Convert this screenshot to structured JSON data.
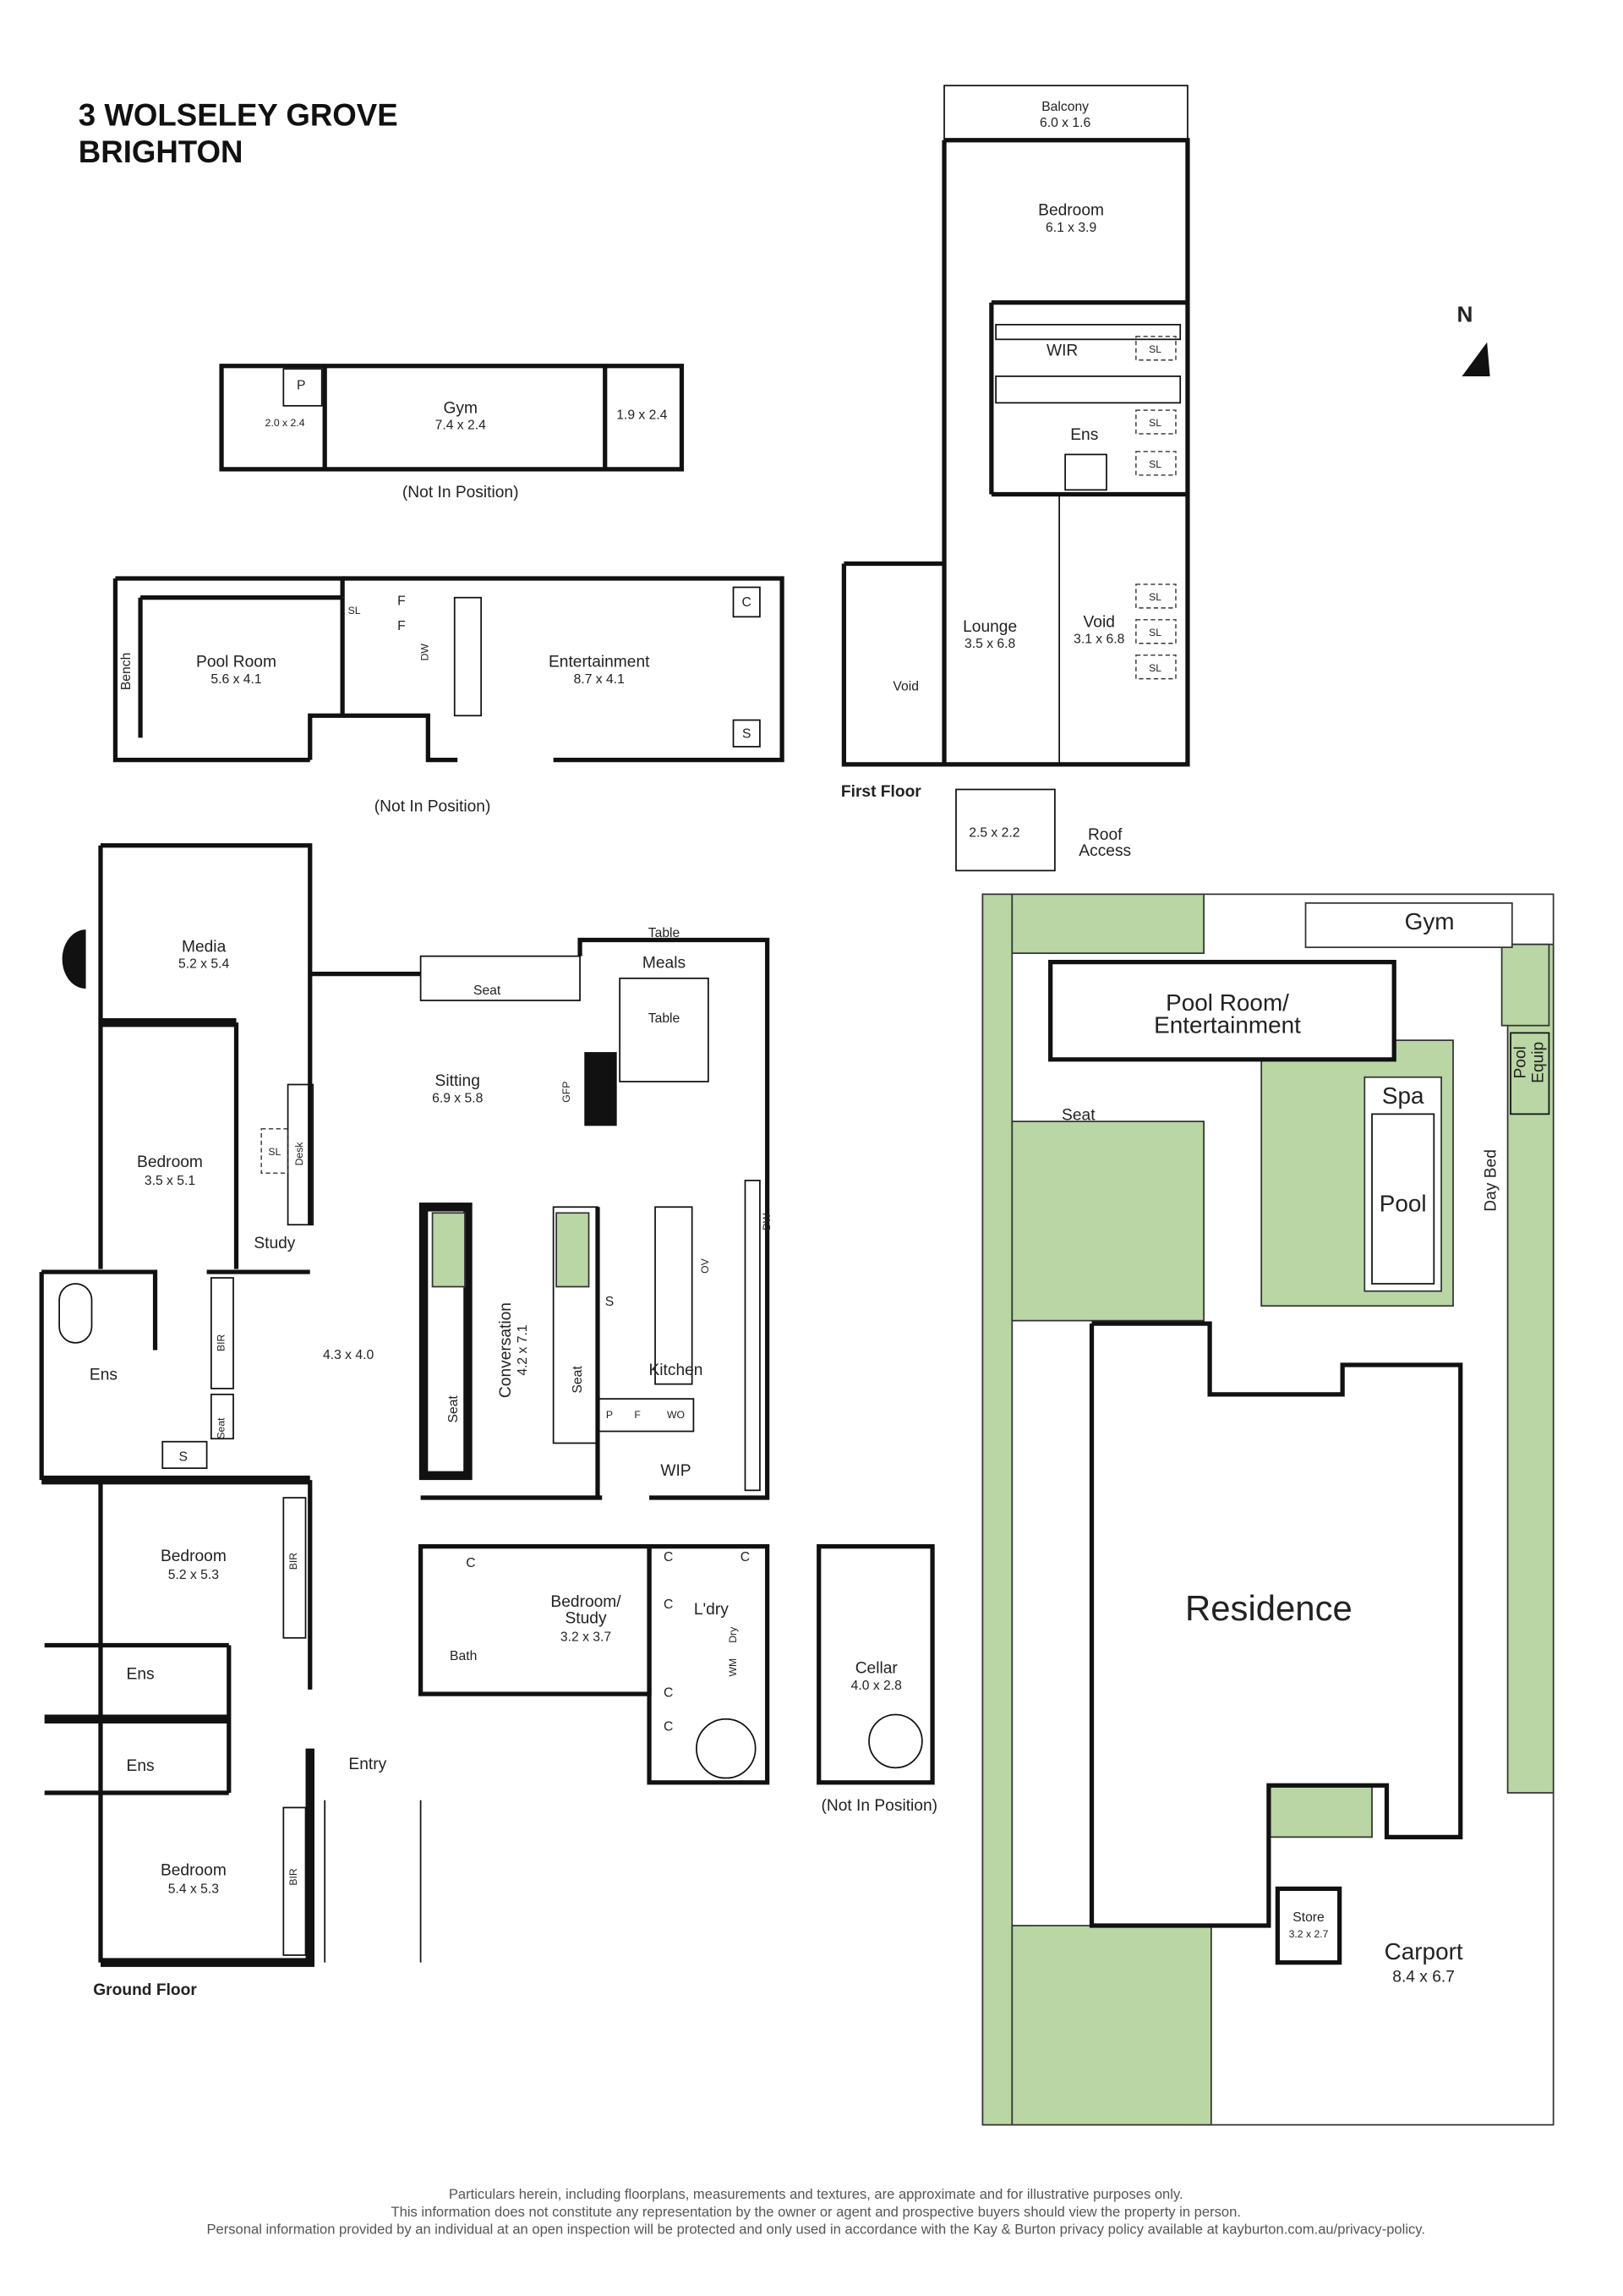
{
  "title": {
    "line1": "3 WOLSELEY GROVE",
    "line2": "BRIGHTON"
  },
  "colors": {
    "garden": "#b9d6a4",
    "walls": "#111111"
  },
  "north": {
    "label": "N",
    "icon": "north-arrow-icon"
  },
  "gym_building": {
    "gym": "Gym",
    "gym_dim": "7.4 x 2.4",
    "side_dim": "1.9 x 2.4",
    "store_dim": "2.0 x 2.4",
    "pantry": "P",
    "note": "(Not In Position)"
  },
  "pool_building": {
    "pool_room": "Pool Room",
    "pool_room_dim": "5.6 x 4.1",
    "entertainment": "Entertainment",
    "entertainment_dim": "8.7 x 4.1",
    "bench": "Bench",
    "sl": "SL",
    "f1": "F",
    "f2": "F",
    "dw": "DW",
    "c": "C",
    "s": "S",
    "note": "(Not In Position)"
  },
  "first_floor": {
    "label": "First Floor",
    "balcony": "Balcony",
    "balcony_dim": "6.0 x 1.6",
    "bedroom": "Bedroom",
    "bedroom_dim": "6.1 x 3.9",
    "wir": "WIR",
    "ens": "Ens",
    "sl": [
      "SL",
      "SL",
      "SL",
      "SL",
      "SL",
      "SL"
    ],
    "lounge": "Lounge",
    "lounge_dim": "3.5 x 6.8",
    "void": "Void",
    "void_dim": "3.1 x 6.8",
    "void2": "Void",
    "roof_dim": "2.5 x 2.2",
    "roof1": "Roof",
    "roof2": "Access"
  },
  "ground_floor": {
    "label": "Ground Floor",
    "media": "Media",
    "media_dim": "5.2 x 5.4",
    "bed1": "Bedroom",
    "bed1_dim": "3.5 x 5.1",
    "study": "Study",
    "desk": "Desk",
    "sl": "SL",
    "ens1": "Ens",
    "bir1": "BIR",
    "seat1": "Seat",
    "s1": "S",
    "hall_dim": "4.3 x 4.0",
    "seat_table": "Seat",
    "table1": "Table",
    "meals": "Meals",
    "table2": "Table",
    "gfp": "GFP",
    "sitting": "Sitting",
    "sitting_dim": "6.9 x 5.8",
    "conversation": "Conversation",
    "conversation_dim": "4.2 x 7.1",
    "seat2": "Seat",
    "seat3": "Seat",
    "s2": "S",
    "ov": "OV",
    "dw": "DW",
    "kitchen": "Kitchen",
    "p": "P",
    "f": "F",
    "wo": "WO",
    "wip": "WIP",
    "bed2": "Bedroom",
    "bed2_dim": "5.2 x 5.3",
    "bir2": "BIR",
    "ens2": "Ens",
    "ens3": "Ens",
    "bed3": "Bedroom",
    "bed3_dim": "5.4 x 5.3",
    "bir3": "BIR",
    "entry": "Entry",
    "bedstudy1": "Bedroom/",
    "bedstudy2": "Study",
    "bedstudy_dim": "3.2 x 3.7",
    "bath": "Bath",
    "c1": "C",
    "c2": "C",
    "c3": "C",
    "c4": "C",
    "c5": "C",
    "c6": "C",
    "ldry": "L'dry",
    "dry": "Dry",
    "wm": "WM",
    "cellar": "Cellar",
    "cellar_dim": "4.0 x 2.8",
    "cellar_note": "(Not In Position)"
  },
  "site_plan": {
    "gym": "Gym",
    "pool1": "Pool Room/",
    "pool2": "Entertainment",
    "spa": "Spa",
    "pool": "Pool",
    "daybed": "Day Bed",
    "poolequip1": "Pool",
    "poolequip2": "Equip",
    "seat": "Seat",
    "residence": "Residence",
    "store": "Store",
    "store_dim": "3.2 x 2.7",
    "carport": "Carport",
    "carport_dim": "8.4 x 6.7"
  },
  "disclaimer": [
    "Particulars herein, including floorplans, measurements and textures, are approximate and for illustrative purposes only.",
    "This information does not constitute any representation by the owner or agent and prospective buyers should view the property in person.",
    "Personal information provided by an individual at an open inspection will be protected and only used in accordance with the Kay & Burton privacy policy available at kayburton.com.au/privacy-policy."
  ]
}
